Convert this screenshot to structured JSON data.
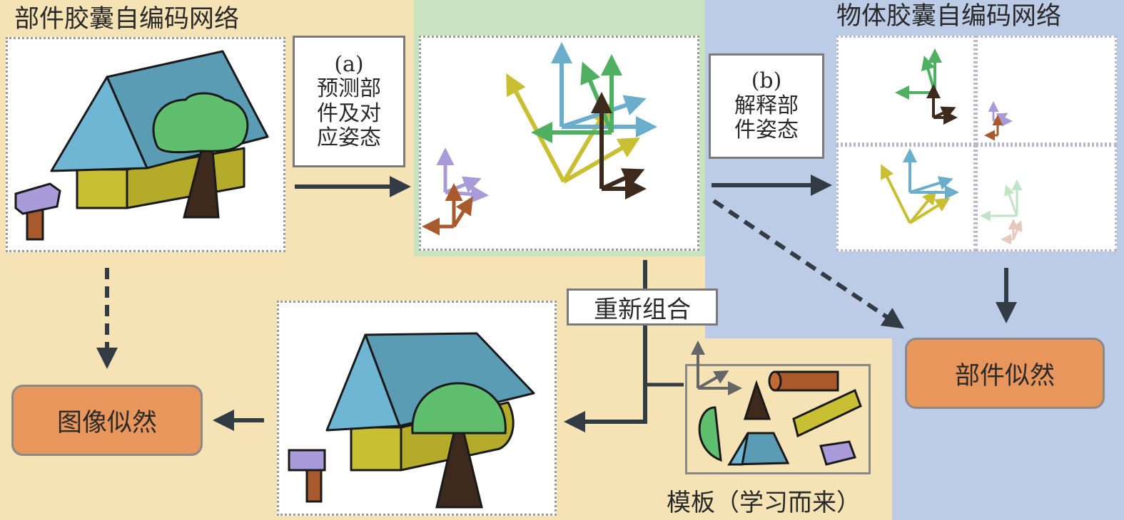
{
  "titles": {
    "part_capsule_autoencoder": "部件胶囊自编码网络",
    "object_capsule_autoencoder": "物体胶囊自编码网络"
  },
  "steps": {
    "a": {
      "tag": "(a)",
      "lines": [
        "预测部",
        "件及对",
        "应姿态"
      ]
    },
    "b": {
      "tag": "(b)",
      "lines": [
        "解释部",
        "件姿态"
      ]
    }
  },
  "recombine_label": "重新组合",
  "templates_label": "模板（学习而来）",
  "image_likelihood_label": "图像似然",
  "part_likelihood_label": "部件似然",
  "colors": {
    "tan_region": "#f5e3b5",
    "green_region": "#c9e2c0",
    "blue_region": "#bccbe6",
    "roof_front": "#6fb6d4",
    "roof_top": "#5b9cb5",
    "wall": "#c9bf33",
    "tree_crown": "#5fbf6f",
    "trunk": "#3d2a1c",
    "hammer_head": "#a99bd9",
    "hammer_handle": "#a85a2c",
    "likelihood_fill": "#e8965c",
    "arrow_dark": "#333b45"
  }
}
